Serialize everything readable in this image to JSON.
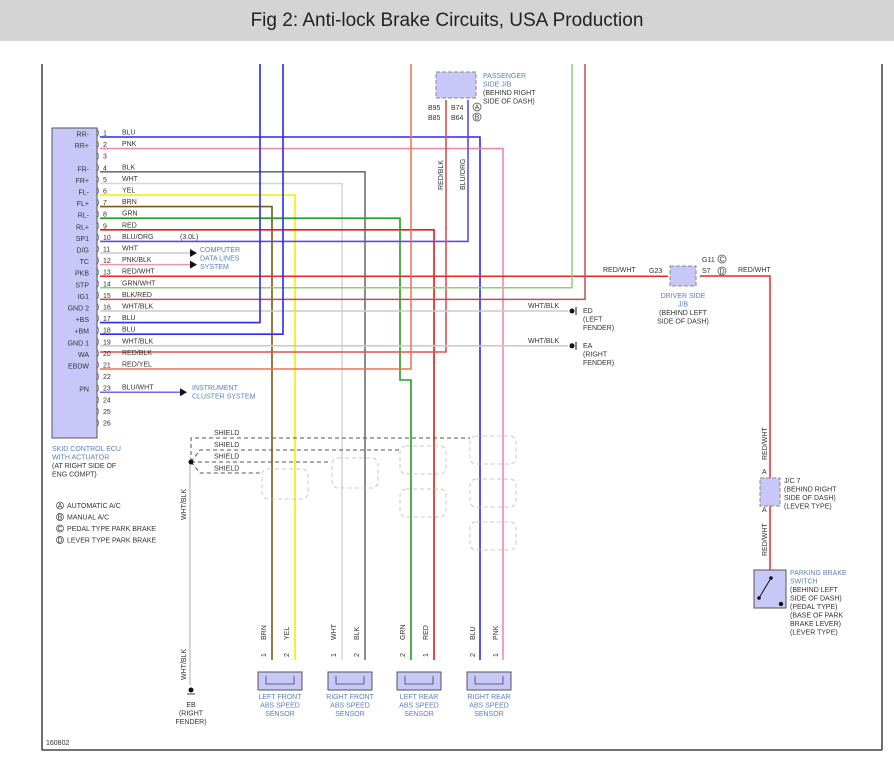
{
  "page": {
    "title": "Fig 2: Anti-lock Brake Circuits, USA Production",
    "figure_id": "160802"
  },
  "colors": {
    "BLU": "#2a2af0",
    "PNK": "#f08aa8",
    "BLK": "#707070",
    "WHT": "#d8d8d8",
    "YEL": "#f0f000",
    "BRN": "#7a5a10",
    "GRN": "#20a020",
    "RED": "#e81818",
    "BLU/ORG": "#5a4af0",
    "PNK/BLK": "#e89aa8",
    "RED/WHT": "#e82828",
    "GRN/WHT": "#8ed07a",
    "BLK/RED": "#c05050",
    "WHT/BLK": "#cccccc",
    "RED/BLK": "#e05050",
    "RED/YEL": "#f07050",
    "BLU/WHT": "#6a6af0",
    "component_fill": "#c8c8f8",
    "component_label": "#5a7fc0"
  },
  "ecu": {
    "name": "SKID CONTROL ECU",
    "lines": [
      "SKID CONTROL ECU",
      "WITH ACTUATOR",
      "(AT RIGHT SIDE OF",
      "ENG COMPT)"
    ],
    "pins": [
      {
        "num": "1",
        "name": "RR-",
        "wire": "BLU"
      },
      {
        "num": "2",
        "name": "RR+",
        "wire": "PNK"
      },
      {
        "num": "3",
        "name": "",
        "wire": ""
      },
      {
        "num": "4",
        "name": "FR-",
        "wire": "BLK"
      },
      {
        "num": "5",
        "name": "FR+",
        "wire": "WHT"
      },
      {
        "num": "6",
        "name": "FL-",
        "wire": "YEL"
      },
      {
        "num": "7",
        "name": "FL+",
        "wire": "BRN"
      },
      {
        "num": "8",
        "name": "RL-",
        "wire": "GRN"
      },
      {
        "num": "9",
        "name": "RL+",
        "wire": "RED"
      },
      {
        "num": "10",
        "name": "SP1",
        "wire": "BLU/ORG",
        "note": "(3.0L)"
      },
      {
        "num": "11",
        "name": "D/G",
        "wire": "WHT"
      },
      {
        "num": "12",
        "name": "TC",
        "wire": "PNK/BLK"
      },
      {
        "num": "13",
        "name": "PKB",
        "wire": "RED/WHT"
      },
      {
        "num": "14",
        "name": "STP",
        "wire": "GRN/WHT"
      },
      {
        "num": "15",
        "name": "IG1",
        "wire": "BLK/RED"
      },
      {
        "num": "16",
        "name": "GND 2",
        "wire": "WHT/BLK"
      },
      {
        "num": "17",
        "name": "+BS",
        "wire": "BLU"
      },
      {
        "num": "18",
        "name": "+BM",
        "wire": "BLU"
      },
      {
        "num": "19",
        "name": "GND 1",
        "wire": "WHT/BLK"
      },
      {
        "num": "20",
        "name": "WA",
        "wire": "RED/BLK"
      },
      {
        "num": "21",
        "name": "EBDW",
        "wire": "RED/YEL"
      },
      {
        "num": "22",
        "name": "",
        "wire": ""
      },
      {
        "num": "23",
        "name": "PN",
        "wire": "BLU/WHT"
      },
      {
        "num": "24",
        "name": "",
        "wire": ""
      },
      {
        "num": "25",
        "name": "",
        "wire": ""
      },
      {
        "num": "26",
        "name": "",
        "wire": ""
      }
    ]
  },
  "destinations": {
    "computer_data_lines": [
      "COMPUTER",
      "DATA LINES",
      "SYSTEM"
    ],
    "instrument_cluster": [
      "INSTRUMENT",
      "CLUSTER SYSTEM"
    ]
  },
  "passenger_jb": {
    "lines": [
      "PASSENGER",
      "SIDE J/B",
      "(BEHIND RIGHT",
      "SIDE OF DASH)"
    ],
    "pins_row1": [
      "B95",
      "B74"
    ],
    "pins_row2": [
      "B85",
      "B64"
    ],
    "variant_row1": "A",
    "variant_row2": "B",
    "wire_labels": [
      "RED/BLK",
      "BLU/ORG"
    ]
  },
  "driver_jb": {
    "lines": [
      "DRIVER SIDE",
      "J/B",
      "(BEHIND LEFT",
      "SIDE OF DASH)"
    ],
    "pin_left": "G23",
    "pin_right_row1": "G11",
    "pin_right_row2": "S7",
    "variant_row1": "C",
    "variant_row2": "D",
    "wire_left": "RED/WHT",
    "wire_right": "RED/WHT"
  },
  "grounds": [
    {
      "id": "ED",
      "lines": [
        "ED",
        "(LEFT",
        "FENDER)"
      ],
      "wire": "WHT/BLK"
    },
    {
      "id": "EA",
      "lines": [
        "EA",
        "(RIGHT",
        "FENDER)"
      ],
      "wire": "WHT/BLK"
    },
    {
      "id": "EB",
      "lines": [
        "EB",
        "(RIGHT",
        "FENDER)"
      ],
      "wire": "WHT/BLK"
    }
  ],
  "jc7": {
    "lines": [
      "J/C 7",
      "(BEHIND RIGHT",
      "SIDE OF DASH)",
      "(LEVER TYPE)"
    ],
    "pin_top": "A",
    "pin_bottom": "A",
    "wire_labels": [
      "RED/WHT",
      "RED/WHT"
    ]
  },
  "parking_brake_switch": {
    "lines_blue": [
      "PARKING BRAKE",
      "SWITCH"
    ],
    "lines": [
      "(BEHIND LEFT",
      "SIDE OF DASH)",
      "(PEDAL TYPE)",
      "(BASE OF PARK",
      "BRAKE LEVER)",
      "(LEVER TYPE)"
    ]
  },
  "shield_labels": [
    "SHIELD",
    "SHIELD",
    "SHIELD",
    "SHIELD"
  ],
  "sensors": [
    {
      "lines": [
        "LEFT FRONT",
        "ABS SPEED",
        "SENSOR"
      ],
      "pins": [
        {
          "num": "1",
          "wire": "BRN"
        },
        {
          "num": "2",
          "wire": "YEL"
        }
      ]
    },
    {
      "lines": [
        "RIGHT FRONT",
        "ABS SPEED",
        "SENSOR"
      ],
      "pins": [
        {
          "num": "1",
          "wire": "WHT"
        },
        {
          "num": "2",
          "wire": "BLK"
        }
      ]
    },
    {
      "lines": [
        "LEFT REAR",
        "ABS SPEED",
        "SENSOR"
      ],
      "pins": [
        {
          "num": "2",
          "wire": "GRN"
        },
        {
          "num": "1",
          "wire": "RED"
        }
      ]
    },
    {
      "lines": [
        "RIGHT REAR",
        "ABS SPEED",
        "SENSOR"
      ],
      "pins": [
        {
          "num": "2",
          "wire": "BLU"
        },
        {
          "num": "1",
          "wire": "PNK"
        }
      ]
    }
  ],
  "legend": [
    {
      "symbol": "A",
      "text": "AUTOMATIC A/C"
    },
    {
      "symbol": "B",
      "text": "MANUAL A/C"
    },
    {
      "symbol": "C",
      "text": "PEDAL TYPE PARK BRAKE"
    },
    {
      "symbol": "D",
      "text": "LEVER TYPE PARK BRAKE"
    }
  ],
  "eb_wire_label": "WHT/BLK"
}
